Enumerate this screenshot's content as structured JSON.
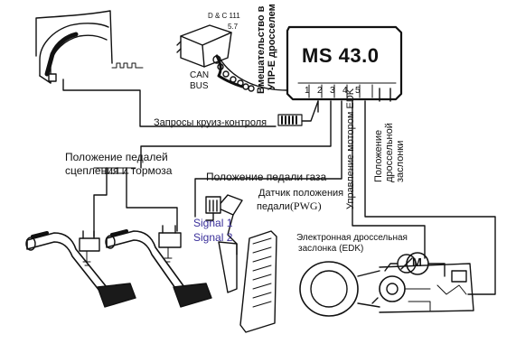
{
  "ecu": {
    "title": "MS 43.0",
    "pins": [
      "1",
      "2",
      "3",
      "4",
      "5"
    ]
  },
  "module": {
    "line1": "D & C 111",
    "line2": "5.7"
  },
  "labels": {
    "can_bus_1": "CAN",
    "can_bus_2": "BUS",
    "cruise_requests": "Запросы круиз-контроля",
    "pedal_position_1": "Положение педалей",
    "pedal_position_2": "сцепления и тормоза",
    "gas_pedal_position": "Положение педали газа",
    "pwg_sensor_1": "Датчик положения",
    "pwg_sensor_2": "педали",
    "pwg_sensor_code": "(PWG)",
    "signal_1": "Signal 1",
    "signal_2": "Signal 2",
    "edk_1": "Электронная дроссельная",
    "edk_2": "заслонка (EDK)",
    "motor_letter": "M",
    "vert_intervention_1": "Вмешательство в",
    "vert_intervention_2": "УПР-Е дросселем",
    "vert_engine_control": "Управление мотором EDK",
    "vert_throttle_1": "Положение",
    "vert_throttle_2": "дроссельной",
    "vert_throttle_3": "заслонки"
  },
  "colors": {
    "ink": "#111111",
    "signal_text": "#3a2f9a",
    "pedal_pad": "#1a1a1a"
  }
}
